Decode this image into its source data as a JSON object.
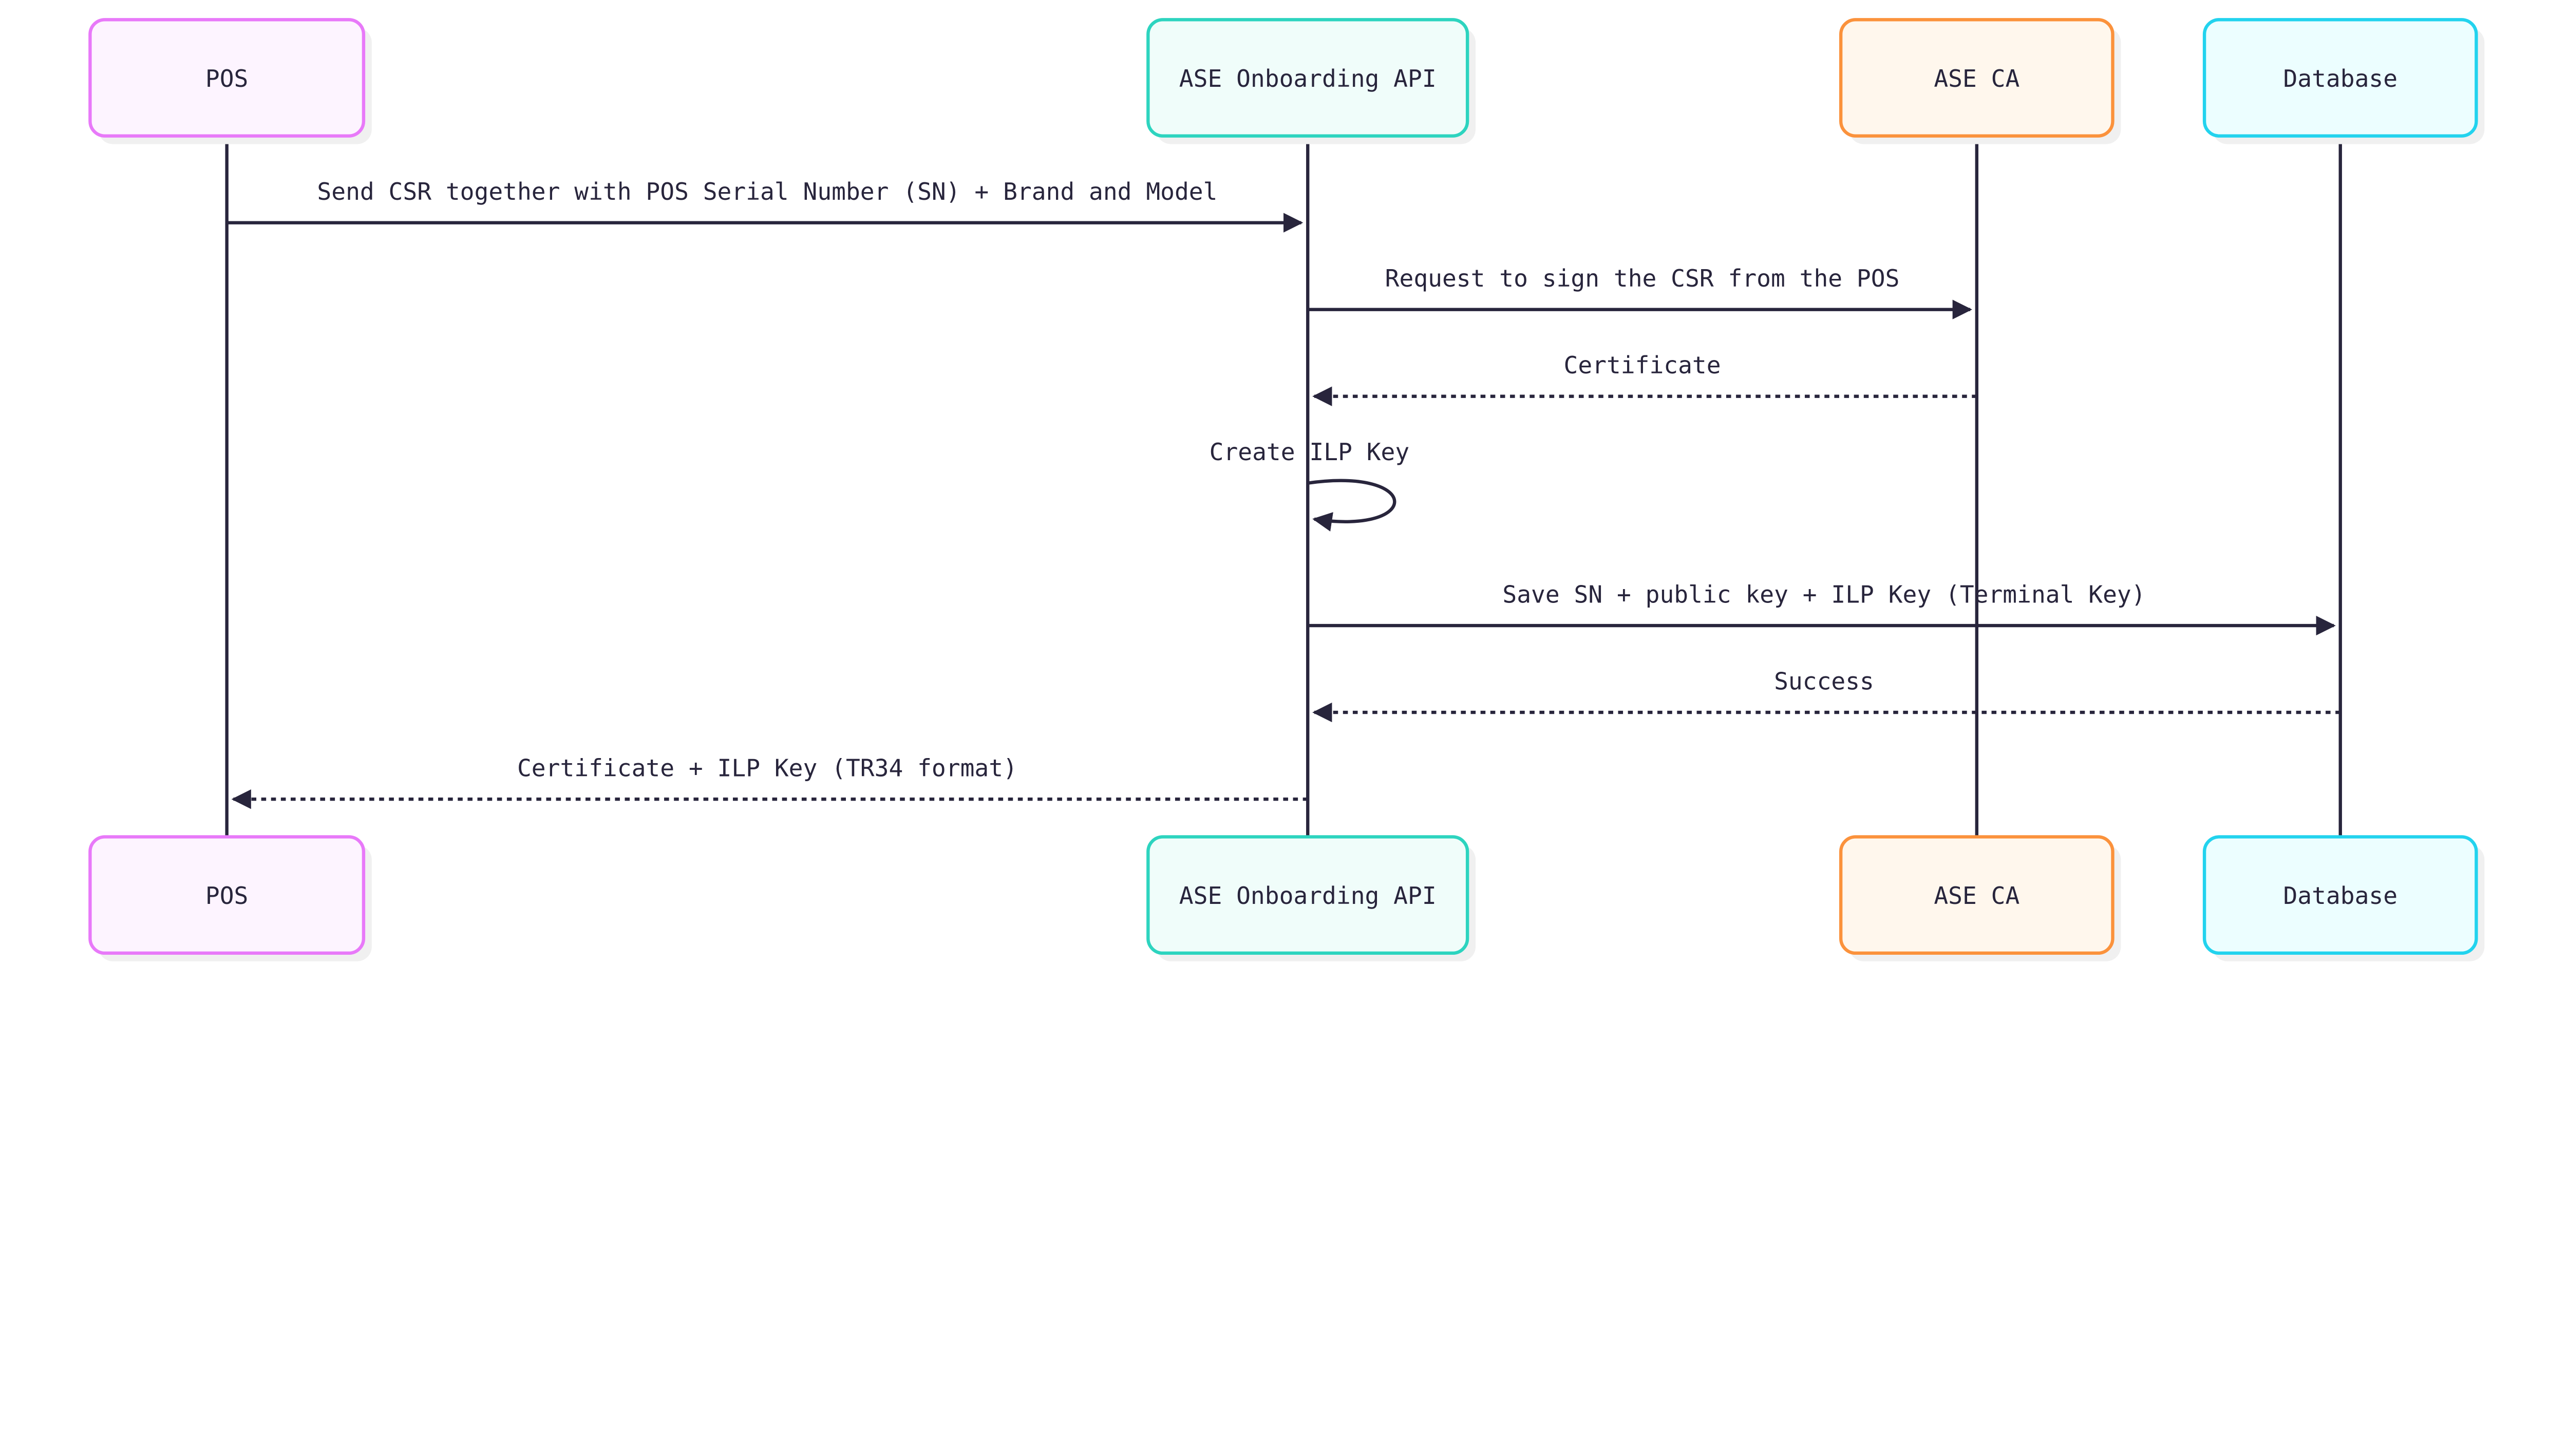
{
  "participants": [
    {
      "id": "pos",
      "label": "POS",
      "border": "#e879f9",
      "fill": "#fdf4ff"
    },
    {
      "id": "api",
      "label": "ASE Onboarding API",
      "border": "#2dd4bf",
      "fill": "#f0fdfa"
    },
    {
      "id": "ca",
      "label": "ASE CA",
      "border": "#fb923c",
      "fill": "#fff7ed"
    },
    {
      "id": "db",
      "label": "Database",
      "border": "#22d3ee",
      "fill": "#ecfeff"
    }
  ],
  "messages": [
    {
      "from": "pos",
      "to": "api",
      "label": "Send CSR together with POS Serial Number (SN) + Brand and Model",
      "style": "solid"
    },
    {
      "from": "api",
      "to": "ca",
      "label": "Request to sign the CSR from the POS",
      "style": "solid"
    },
    {
      "from": "ca",
      "to": "api",
      "label": "Certificate",
      "style": "dotted"
    },
    {
      "from": "api",
      "to": "api",
      "label": "Create ILP Key",
      "style": "solid"
    },
    {
      "from": "api",
      "to": "db",
      "label": "Save SN + public key + ILP Key (Terminal Key)",
      "style": "solid"
    },
    {
      "from": "db",
      "to": "api",
      "label": "Success",
      "style": "dotted"
    },
    {
      "from": "api",
      "to": "pos",
      "label": "Certificate + ILP Key (TR34 format)",
      "style": "dotted"
    }
  ],
  "colors": {
    "line": "#28253c",
    "shadow": "#f0f0f0"
  }
}
